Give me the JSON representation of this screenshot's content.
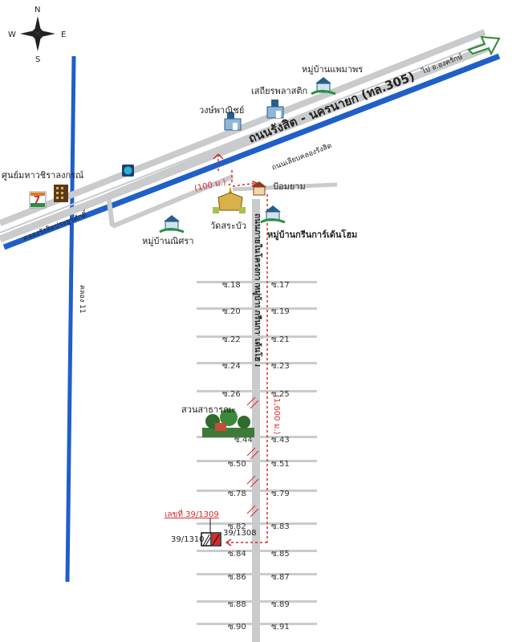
{
  "compass": {
    "n": "N",
    "s": "S",
    "e": "E",
    "w": "W"
  },
  "roads": {
    "main_road": "ถนนรังสิต - นครนายก (ทล.305)",
    "frontage_road": "ถนนเลียบคลองรังสิต",
    "canal": "คลองรังสิตประยูรศักดิ์",
    "vertical_canal": "คลอง 11",
    "village_road": "ถนนภายในโครงการหมู่บ้านกรีนการ์เด้นโฮม",
    "to_direction": "ไป อ.องครักษ์"
  },
  "landmarks": {
    "mall": "ศูนย์มหาวชิราลงกรณ์",
    "wongpanich": "วงษ์พาณิชย์",
    "plastic_shop": "เสถียรพลาสติก",
    "village_phaemaphon": "หมู่บ้านแพมาพร",
    "village_natthira": "หมู่บ้านณิศรา",
    "temple": "วัดสระบัว",
    "guard_post": "ป้อมยาม",
    "village_green_garden": "หมู่บ้านกรีนการ์เด้นโฮม",
    "park": "สวนสาธารณะ",
    "seven_eleven": "7"
  },
  "distances": {
    "short": "(100 ม.)",
    "long": "(1,600 ม.)"
  },
  "plots": {
    "target_label": "เลขที่ 39/1309",
    "left_plot": "39/1310",
    "right_plot": "39/1308"
  },
  "sois": {
    "left": [
      "ซ.18",
      "ซ.20",
      "ซ.22",
      "ซ.24",
      "ซ.26",
      "ซ.44",
      "ซ.50",
      "ซ.78",
      "ซ.82",
      "ซ.84",
      "ซ.86",
      "ซ.88",
      "ซ.90"
    ],
    "right": [
      "ซ.17",
      "ซ.19",
      "ซ.21",
      "ซ.23",
      "ซ.25",
      "ซ.43",
      "ซ.51",
      "ซ.79",
      "ซ.83",
      "ซ.85",
      "ซ.87",
      "ซ.89",
      "ซ.91"
    ]
  },
  "colors": {
    "road_gray": "#c9cbcd",
    "canal_blue": "#1f5fc7",
    "route_red": "#d62a2a",
    "arrow_green": "#2d8a3a"
  }
}
